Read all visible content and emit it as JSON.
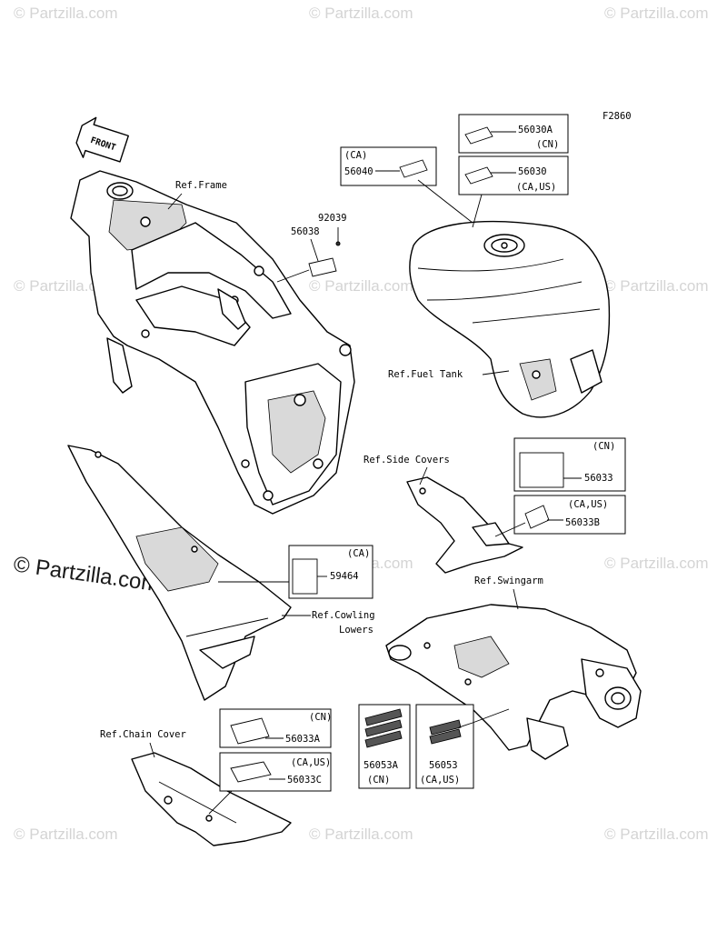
{
  "diagram": {
    "code": "F2860",
    "front_arrow": "FRONT",
    "watermark": "© Partzilla.com",
    "watermark_small": "© Partzilla.com"
  },
  "refs": {
    "frame": "Ref.Frame",
    "fuel_tank": "Ref.Fuel Tank",
    "side_covers": "Ref.Side Covers",
    "swingarm": "Ref.Swingarm",
    "cowling_1": "Ref.Cowling",
    "cowling_2": "Lowers",
    "chain_cover": "Ref.Chain Cover"
  },
  "parts": {
    "p92039": "92039",
    "p56038": "56038",
    "p56040": "56040",
    "p56040_region": "(CA)",
    "p56030A": "56030A",
    "p56030A_region": "(CN)",
    "p56030": "56030",
    "p56030_region": "(CA,US)",
    "p56033": "56033",
    "p56033_region": "(CN)",
    "p56033B": "56033B",
    "p56033B_region": "(CA,US)",
    "p59464": "59464",
    "p59464_region": "(CA)",
    "p56033A": "56033A",
    "p56033A_region": "(CN)",
    "p56033C": "56033C",
    "p56033C_region": "(CA,US)",
    "p56053A": "56053A",
    "p56053A_region": "(CN)",
    "p56053": "56053",
    "p56053_region": "(CA,US)"
  }
}
